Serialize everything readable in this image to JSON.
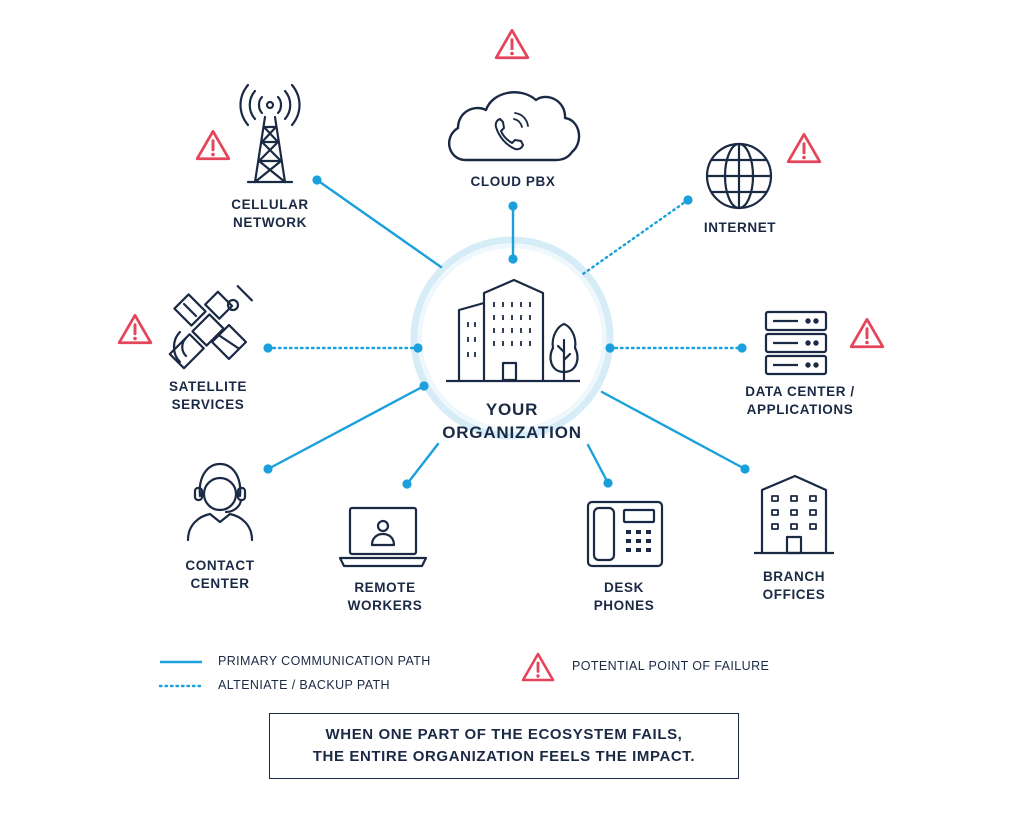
{
  "center": {
    "line1": "YOUR",
    "line2": "ORGANIZATION"
  },
  "nodes": {
    "cloud_pbx": {
      "line1": "CLOUD PBX"
    },
    "cellular": {
      "line1": "CELLULAR",
      "line2": "NETWORK"
    },
    "internet": {
      "line1": "INTERNET"
    },
    "satellite": {
      "line1": "SATELLITE",
      "line2": "SERVICES"
    },
    "datacenter": {
      "line1": "DATA CENTER /",
      "line2": "APPLICATIONS"
    },
    "contact": {
      "line1": "CONTACT",
      "line2": "CENTER"
    },
    "remote": {
      "line1": "REMOTE",
      "line2": "WORKERS"
    },
    "desk": {
      "line1": "DESK",
      "line2": "PHONES"
    },
    "branch": {
      "line1": "BRANCH",
      "line2": "OFFICES"
    }
  },
  "legend": {
    "primary": "PRIMARY COMMUNICATION PATH",
    "backup": "ALTENIATE / BACKUP PATH",
    "failure": "POTENTIAL POINT OF FAILURE"
  },
  "callout": {
    "line1": "WHEN ONE PART OF THE ECOSYSTEM FAILS,",
    "line2": "THE ENTIRE ORGANIZATION FEELS THE IMPACT."
  },
  "colors": {
    "navy": "#1b2a44",
    "path_blue": "#1aa0dc",
    "warning_red": "#e5455a",
    "halo": "#d6ecf6"
  },
  "icons": [
    "building-icon",
    "tree-icon",
    "cloud-phone-icon",
    "cell-tower-icon",
    "globe-icon",
    "satellite-icon",
    "server-rack-icon",
    "headset-agent-icon",
    "laptop-user-icon",
    "desk-phone-icon",
    "office-building-icon",
    "warning-triangle-icon"
  ]
}
